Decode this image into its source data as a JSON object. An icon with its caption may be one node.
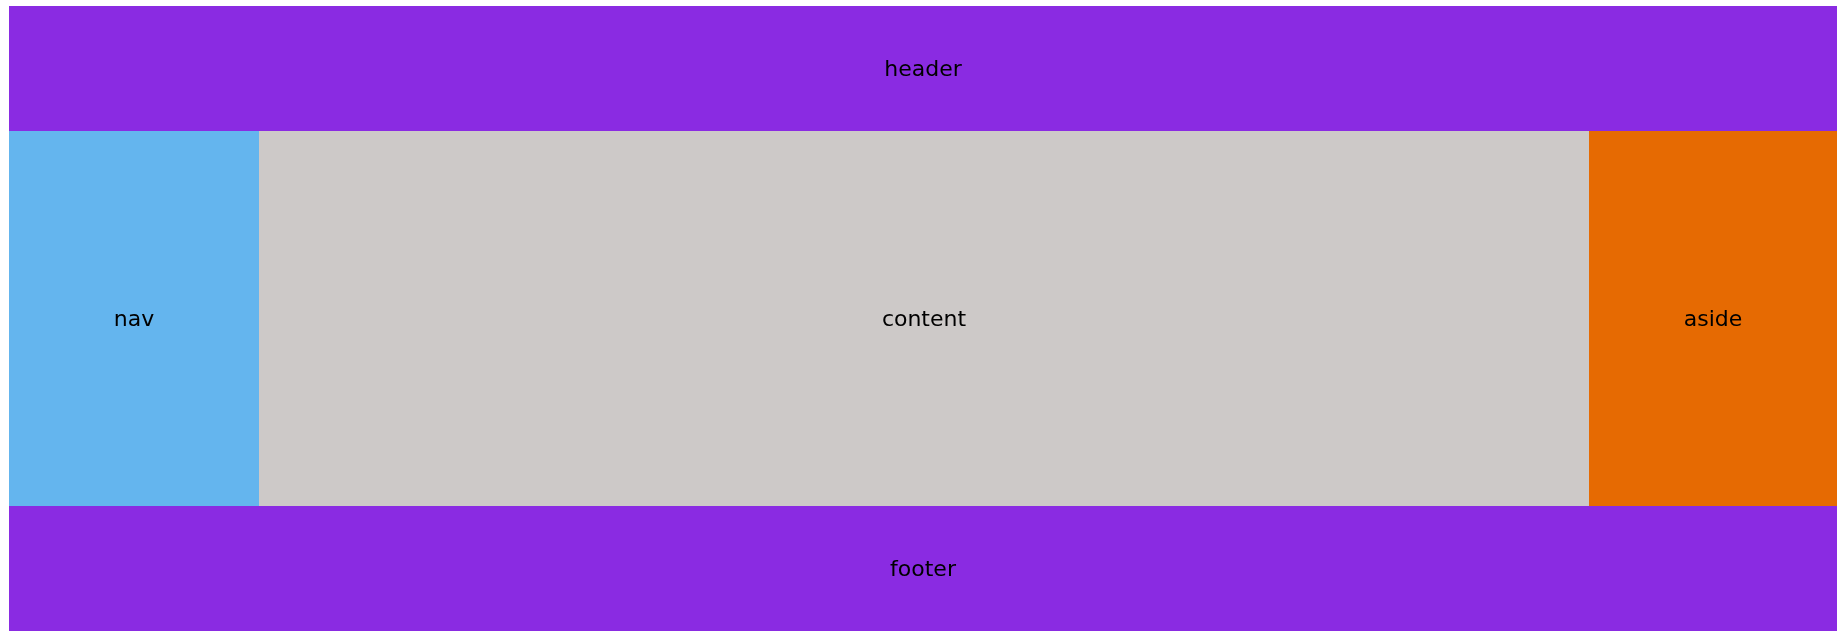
{
  "diagram": {
    "nodes": [
      {
        "text": [
          "header"
        ]
      },
      {
        "text": [
          "nav"
        ]
      },
      {
        "text": [
          "content"
        ]
      },
      {
        "text": [
          "aside"
        ]
      },
      {
        "text": [
          "footer"
        ]
      }
    ]
  }
}
